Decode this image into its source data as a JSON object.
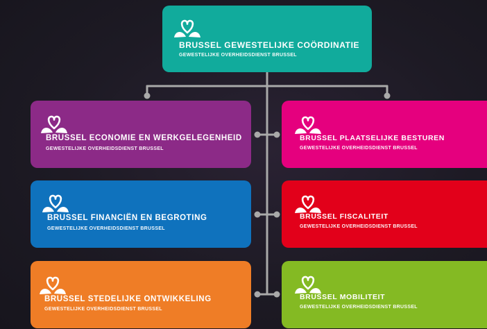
{
  "colors": {
    "top": "#11ab9c",
    "economie": "#8c2a87",
    "plaatselijke": "#e5007e",
    "financien": "#0f72bd",
    "fiscaliteit": "#e2001a",
    "stedelijke": "#ef7d26",
    "mobiliteit": "#84ba23",
    "connector": "#a9a9a9"
  },
  "top": {
    "title": "BRUSSEL GEWESTELIJKE COÖRDINATIE",
    "subtitle": "GEWESTELIJKE OVERHEIDSDIENST BRUSSEL"
  },
  "left": [
    {
      "title": "BRUSSEL ECONOMIE EN WERKGELEGENHEID",
      "subtitle": "GEWESTELIJKE OVERHEIDSDIENST BRUSSEL"
    },
    {
      "title": "BRUSSEL FINANCIËN EN BEGROTING",
      "subtitle": "GEWESTELIJKE OVERHEIDSDIENST BRUSSEL"
    },
    {
      "title": "BRUSSEL STEDELIJKE ONTWIKKELING",
      "subtitle": "GEWESTELIJKE OVERHEIDSDIENST BRUSSEL"
    }
  ],
  "right": [
    {
      "title": "BRUSSEL PLAATSELIJKE BESTUREN",
      "subtitle": "GEWESTELIJKE OVERHEIDSDIENST BRUSSEL"
    },
    {
      "title": "BRUSSEL FISCALITEIT",
      "subtitle": "GEWESTELIJKE OVERHEIDSDIENST BRUSSEL"
    },
    {
      "title": "BRUSSEL MOBILITEIT",
      "subtitle": "GEWESTELIJKE OVERHEIDSDIENST BRUSSEL"
    }
  ]
}
